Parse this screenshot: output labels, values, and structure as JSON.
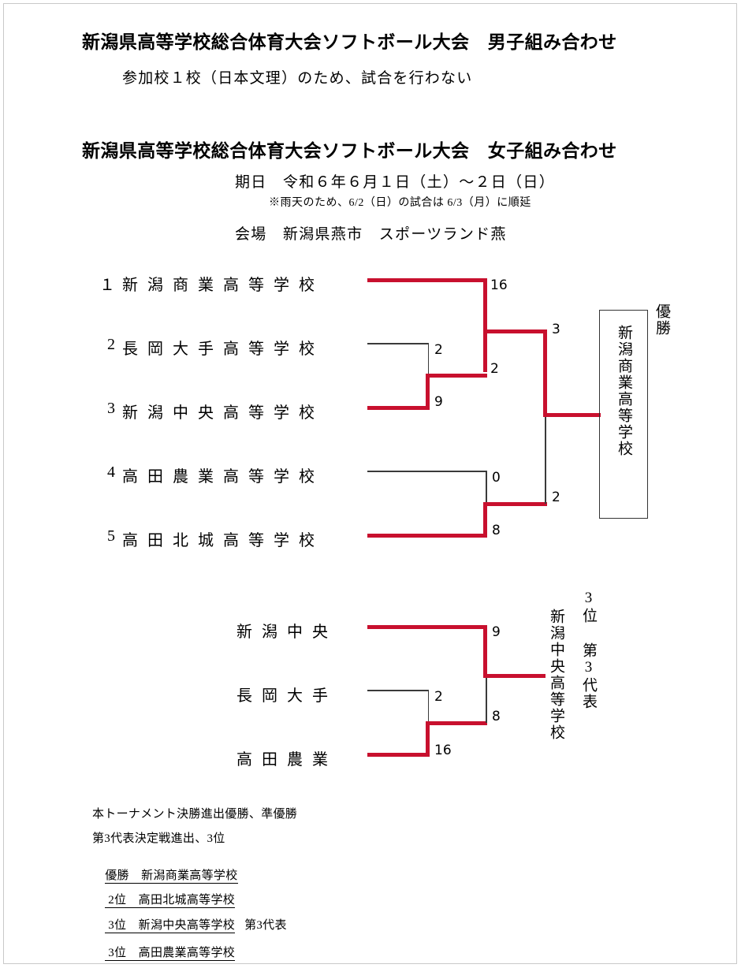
{
  "document": {
    "men": {
      "title": "新潟県高等学校総合体育大会ソフトボール大会　男子組み合わせ",
      "note": "参加校１校（日本文理）のため、試合を行わない"
    },
    "women": {
      "title": "新潟県高等学校総合体育大会ソフトボール大会　女子組み合わせ",
      "date": "期日　令和６年６月１日（土）～２日（日）",
      "rain_note": "※雨天のため、6/2（日）の試合は 6/3（月）に順延",
      "venue": "会場　新潟県燕市　スポーツランド燕"
    }
  },
  "main_bracket": {
    "teams": [
      {
        "seed": "１",
        "name": "新潟商業高等学校"
      },
      {
        "seed": "2",
        "name": "長岡大手高等学校"
      },
      {
        "seed": "3",
        "name": "新潟中央高等学校"
      },
      {
        "seed": "4",
        "name": "高田農業高等学校"
      },
      {
        "seed": "5",
        "name": "高田北城高等学校"
      }
    ],
    "scores": {
      "r1_niigata_shogyo": "16",
      "r1_nagaoka_ote": "2",
      "r1_niigata_chuo": "9",
      "r2_upper_winner": "2",
      "semi_upper": "3",
      "r1_takada_nogyo": "0",
      "r1_takada_hokujo": "8",
      "semi_lower": "2"
    },
    "champion": {
      "label": "優勝",
      "name": "新潟商業高等学校"
    }
  },
  "third_place_bracket": {
    "teams": [
      {
        "name": "新潟中央"
      },
      {
        "name": "長岡大手"
      },
      {
        "name": "高田農業"
      }
    ],
    "scores": {
      "niigata_chuo": "9",
      "nagaoka_ote": "2",
      "takada_nogyo": "16",
      "final_lower": "8"
    },
    "winner": {
      "name": "新潟中央高等学校",
      "label": "3位 第3代表"
    }
  },
  "results": {
    "headers": [
      "本トーナメント決勝進出優勝、準優勝",
      "第3代表決定戦進出、3位"
    ],
    "placements": [
      "優勝　新潟商業高等学校",
      " 2位　高田北城高等学校",
      " 3位　新潟中央高等学校",
      " 3位　高田農業高等学校"
    ],
    "third_rep_note": "第3代表"
  },
  "colors": {
    "winner_line": "#C8102E",
    "loser_line": "#3a3a3a"
  }
}
